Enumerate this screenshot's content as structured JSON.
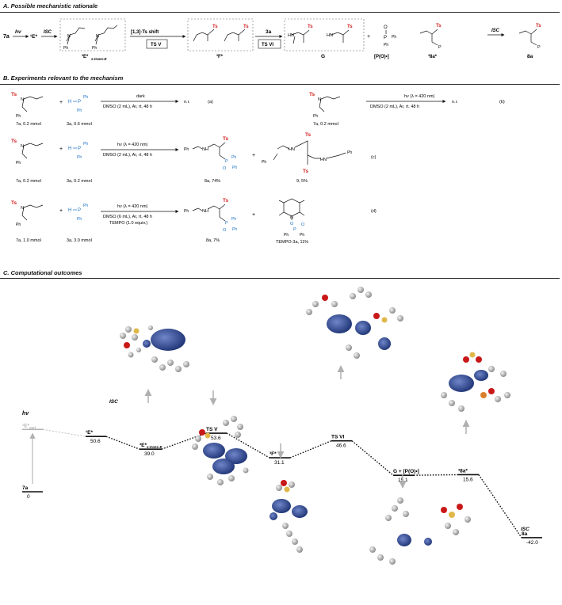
{
  "sectionA": {
    "title": "A. Possible mechanistic rationale",
    "start": "7a",
    "hv": "hν",
    "isc1": "ISC",
    "e1": "¹E*",
    "e3_label": "³E*",
    "e3_sub": "s-trans-E",
    "shift_label": "[1,3]-Ts shift",
    "ts5": "TS V",
    "f3": "³F*",
    "reagent_3a": "3a",
    "ts6": "TS VI",
    "g": "G",
    "po_radical": "[P(O)•]",
    "p8a3": "³8a*",
    "isc2": "ISC",
    "product": "8a"
  },
  "sectionB": {
    "title": "B. Experiments relevant to the mechanism",
    "rows": [
      {
        "id": "a",
        "label": "(a)",
        "sm": "7a, 0.2 mmol",
        "reagent": "3a, 0.6 mmol",
        "cond_top": "dark",
        "cond_mid": "DMSO (2 mL), Ar, rt, 48 h",
        "cond_bot": "",
        "result": "n.r."
      },
      {
        "id": "b",
        "label": "(b)",
        "sm": "7a, 0.2 mmol",
        "cond_top": "hν (λ = 420 nm)",
        "cond_mid": "DMSO (2 mL), Ar, rt, 48 h",
        "result": "n.r."
      },
      {
        "id": "c",
        "label": "(c)",
        "sm": "7a, 0.2 mmol",
        "reagent": "3a, 0.2 mmol",
        "cond_top": "hν (λ = 420 nm)",
        "cond_mid": "DMSO (2 mL), Ar, rt, 48 h",
        "cond_bot": "",
        "product1": "8a, 74%",
        "product2": "9, 5%"
      },
      {
        "id": "d",
        "label": "(d)",
        "sm": "7a, 1.0 mmol",
        "reagent": "3a, 3.0 mmol",
        "cond_top": "hν (λ = 420 nm)",
        "cond_mid": "DMSO (6 mL), Ar, rt, 48 h",
        "cond_bot": "TEMPO (1.0 equiv.)",
        "product1": "8a, 7%",
        "product2": "TEMPO-3a, 11%"
      }
    ],
    "atoms": {
      "ts": "Ts",
      "n": "N",
      "ph": "Ph",
      "h": "H",
      "p": "P",
      "o": "O",
      "nh": "NH",
      "hn": "HN",
      "plus": "+"
    }
  },
  "sectionC": {
    "title": "C. Computational outcomes",
    "hv": "hν",
    "isc_left": "ISC",
    "isc_right": "ISC",
    "colors": {
      "energy_path": "#111111",
      "vertical": "#b5b5b5",
      "arrow": "#b0b0b0",
      "spin_blue": "#2f4f9e"
    },
    "levels": [
      {
        "key": "7a",
        "label": "7a",
        "energy": "0"
      },
      {
        "key": "1e_vert",
        "label": "¹E*",
        "sub": "vert",
        "energy": ""
      },
      {
        "key": "1e",
        "label": "¹E*",
        "energy": "50.6"
      },
      {
        "key": "3e",
        "label": "³E*",
        "sub": "s-trans-E",
        "energy": "39.0"
      },
      {
        "key": "ts5",
        "label": "TS V",
        "energy": "53.6"
      },
      {
        "key": "3f",
        "label": "³F*",
        "energy": "31.1"
      },
      {
        "key": "ts6",
        "label": "TS VI",
        "energy": "46.6"
      },
      {
        "key": "g",
        "label": "G + [P(O)•]",
        "energy": "15.1"
      },
      {
        "key": "38a",
        "label": "³8a*",
        "energy": "15.6"
      },
      {
        "key": "8a",
        "label": "8a",
        "energy": "-42.0"
      }
    ]
  }
}
